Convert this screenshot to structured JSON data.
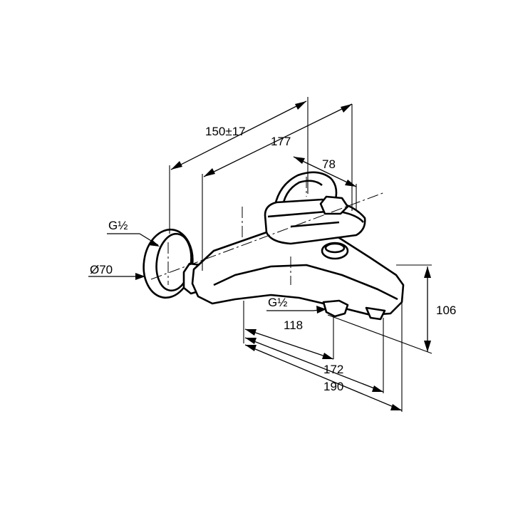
{
  "dimensions": {
    "install_distance": "150±17",
    "depth_to_lever": "177",
    "lever_depth": "78",
    "wall_thread": "G½",
    "flange_diameter": "Ø70",
    "outlet_thread": "G½",
    "outlet_offset": "118",
    "spout_projection": "172",
    "overall_projection": "190",
    "height": "106"
  }
}
